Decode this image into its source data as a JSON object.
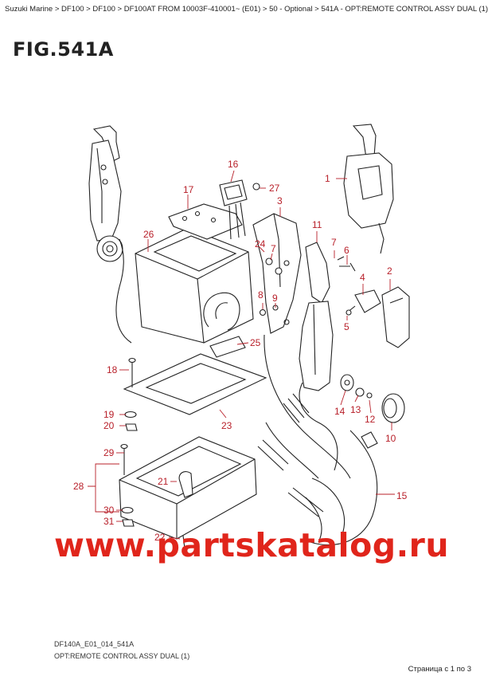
{
  "breadcrumb": {
    "items": [
      "Suzuki Marine",
      "DF100",
      "DF100",
      "DF100AT FROM 10003F-410001~ (E01)",
      "50 - Optional",
      "541A - OPT:REMOTE CONTROL ASSY DUAL (1)"
    ],
    "separator": " > "
  },
  "figure": {
    "title": "FIG.541A",
    "code": "DF140A_E01_014_541A",
    "name": "OPT:REMOTE CONTROL ASSY DUAL (1)"
  },
  "watermark": "www.partskatalog.ru",
  "page_info": "Страница с 1 по 3",
  "colors": {
    "label": "#b8202a",
    "watermark": "#e0251b",
    "line": "#222222"
  },
  "parts": [
    {
      "id": "1",
      "label": "1"
    },
    {
      "id": "2",
      "label": "2"
    },
    {
      "id": "3",
      "label": "3"
    },
    {
      "id": "4",
      "label": "4"
    },
    {
      "id": "5",
      "label": "5"
    },
    {
      "id": "6",
      "label": "6"
    },
    {
      "id": "7a",
      "label": "7"
    },
    {
      "id": "7b",
      "label": "7"
    },
    {
      "id": "8",
      "label": "8"
    },
    {
      "id": "9",
      "label": "9"
    },
    {
      "id": "10",
      "label": "10"
    },
    {
      "id": "11",
      "label": "11"
    },
    {
      "id": "12",
      "label": "12"
    },
    {
      "id": "13",
      "label": "13"
    },
    {
      "id": "14",
      "label": "14"
    },
    {
      "id": "15",
      "label": "15"
    },
    {
      "id": "16",
      "label": "16"
    },
    {
      "id": "17",
      "label": "17"
    },
    {
      "id": "18",
      "label": "18"
    },
    {
      "id": "19",
      "label": "19"
    },
    {
      "id": "20",
      "label": "20"
    },
    {
      "id": "21",
      "label": "21"
    },
    {
      "id": "22",
      "label": "22"
    },
    {
      "id": "23",
      "label": "23"
    },
    {
      "id": "24",
      "label": "24"
    },
    {
      "id": "25",
      "label": "25"
    },
    {
      "id": "26",
      "label": "26"
    },
    {
      "id": "27",
      "label": "27"
    },
    {
      "id": "28",
      "label": "28"
    },
    {
      "id": "29",
      "label": "29"
    },
    {
      "id": "30",
      "label": "30"
    },
    {
      "id": "31",
      "label": "31"
    }
  ]
}
